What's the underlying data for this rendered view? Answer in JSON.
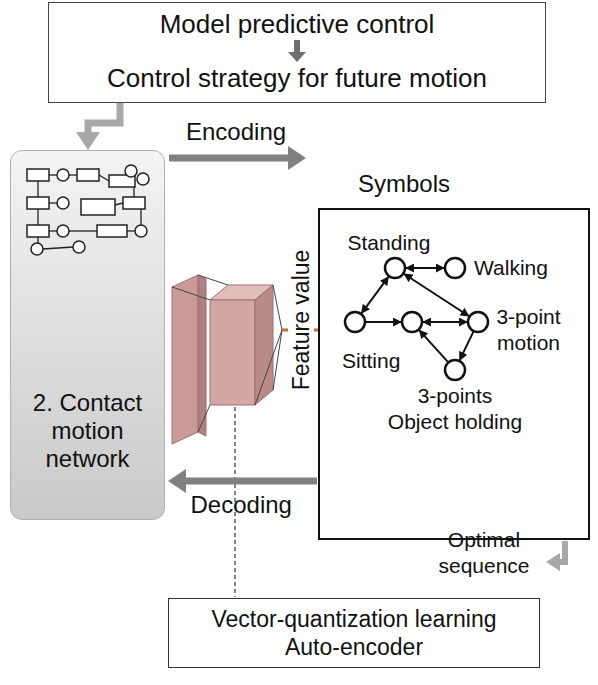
{
  "diagram": {
    "nodes": [
      {
        "text": [
          "Model predictive control",
          "Control strategy for future motion"
        ]
      },
      {
        "text": [
          "2. Contact motion network"
        ]
      },
      {
        "text": [
          "Symbols"
        ]
      },
      {
        "text": [
          "Vector-quantization learning Auto-encoder"
        ]
      }
    ],
    "edges": [
      {
        "from": 0,
        "to": 1,
        "arrow": "to"
      },
      {
        "from": 1,
        "to": 2,
        "label": "Encoding",
        "arrow": "to"
      },
      {
        "from": 2,
        "to": 1,
        "label": "Decoding",
        "arrow": "to"
      }
    ],
    "labels": [
      "Feature value",
      "Standing",
      "Walking",
      "3-point motion",
      "Sitting",
      "3-points Object holding",
      "Optimal sequence"
    ]
  }
}
